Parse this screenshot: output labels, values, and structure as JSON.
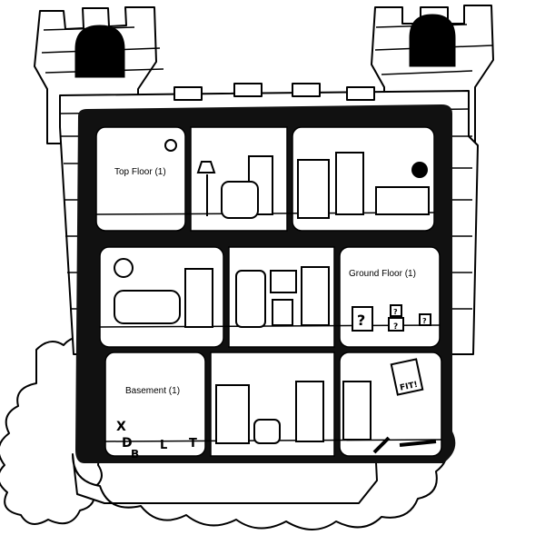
{
  "scene": {
    "type": "castle-cross-section",
    "colors": {
      "ink": "#000000",
      "paper": "#ffffff"
    }
  },
  "floors": [
    {
      "id": "top",
      "label": "Top Floor (1)",
      "rooms": [
        "anarchy-room",
        "lounge",
        "study"
      ]
    },
    {
      "id": "ground",
      "label": "Ground Floor (1)",
      "rooms": [
        "living-room",
        "kitchen",
        "storage"
      ]
    },
    {
      "id": "basement",
      "label": "Basement (1)",
      "rooms": [
        "letters-room",
        "library",
        "gym"
      ]
    }
  ],
  "signs": {
    "gym_poster": "FIT!"
  },
  "unknown_items": [
    "?",
    "?",
    "?",
    "?"
  ],
  "floor_letters": [
    "X",
    "D",
    "B",
    "L",
    "T"
  ]
}
